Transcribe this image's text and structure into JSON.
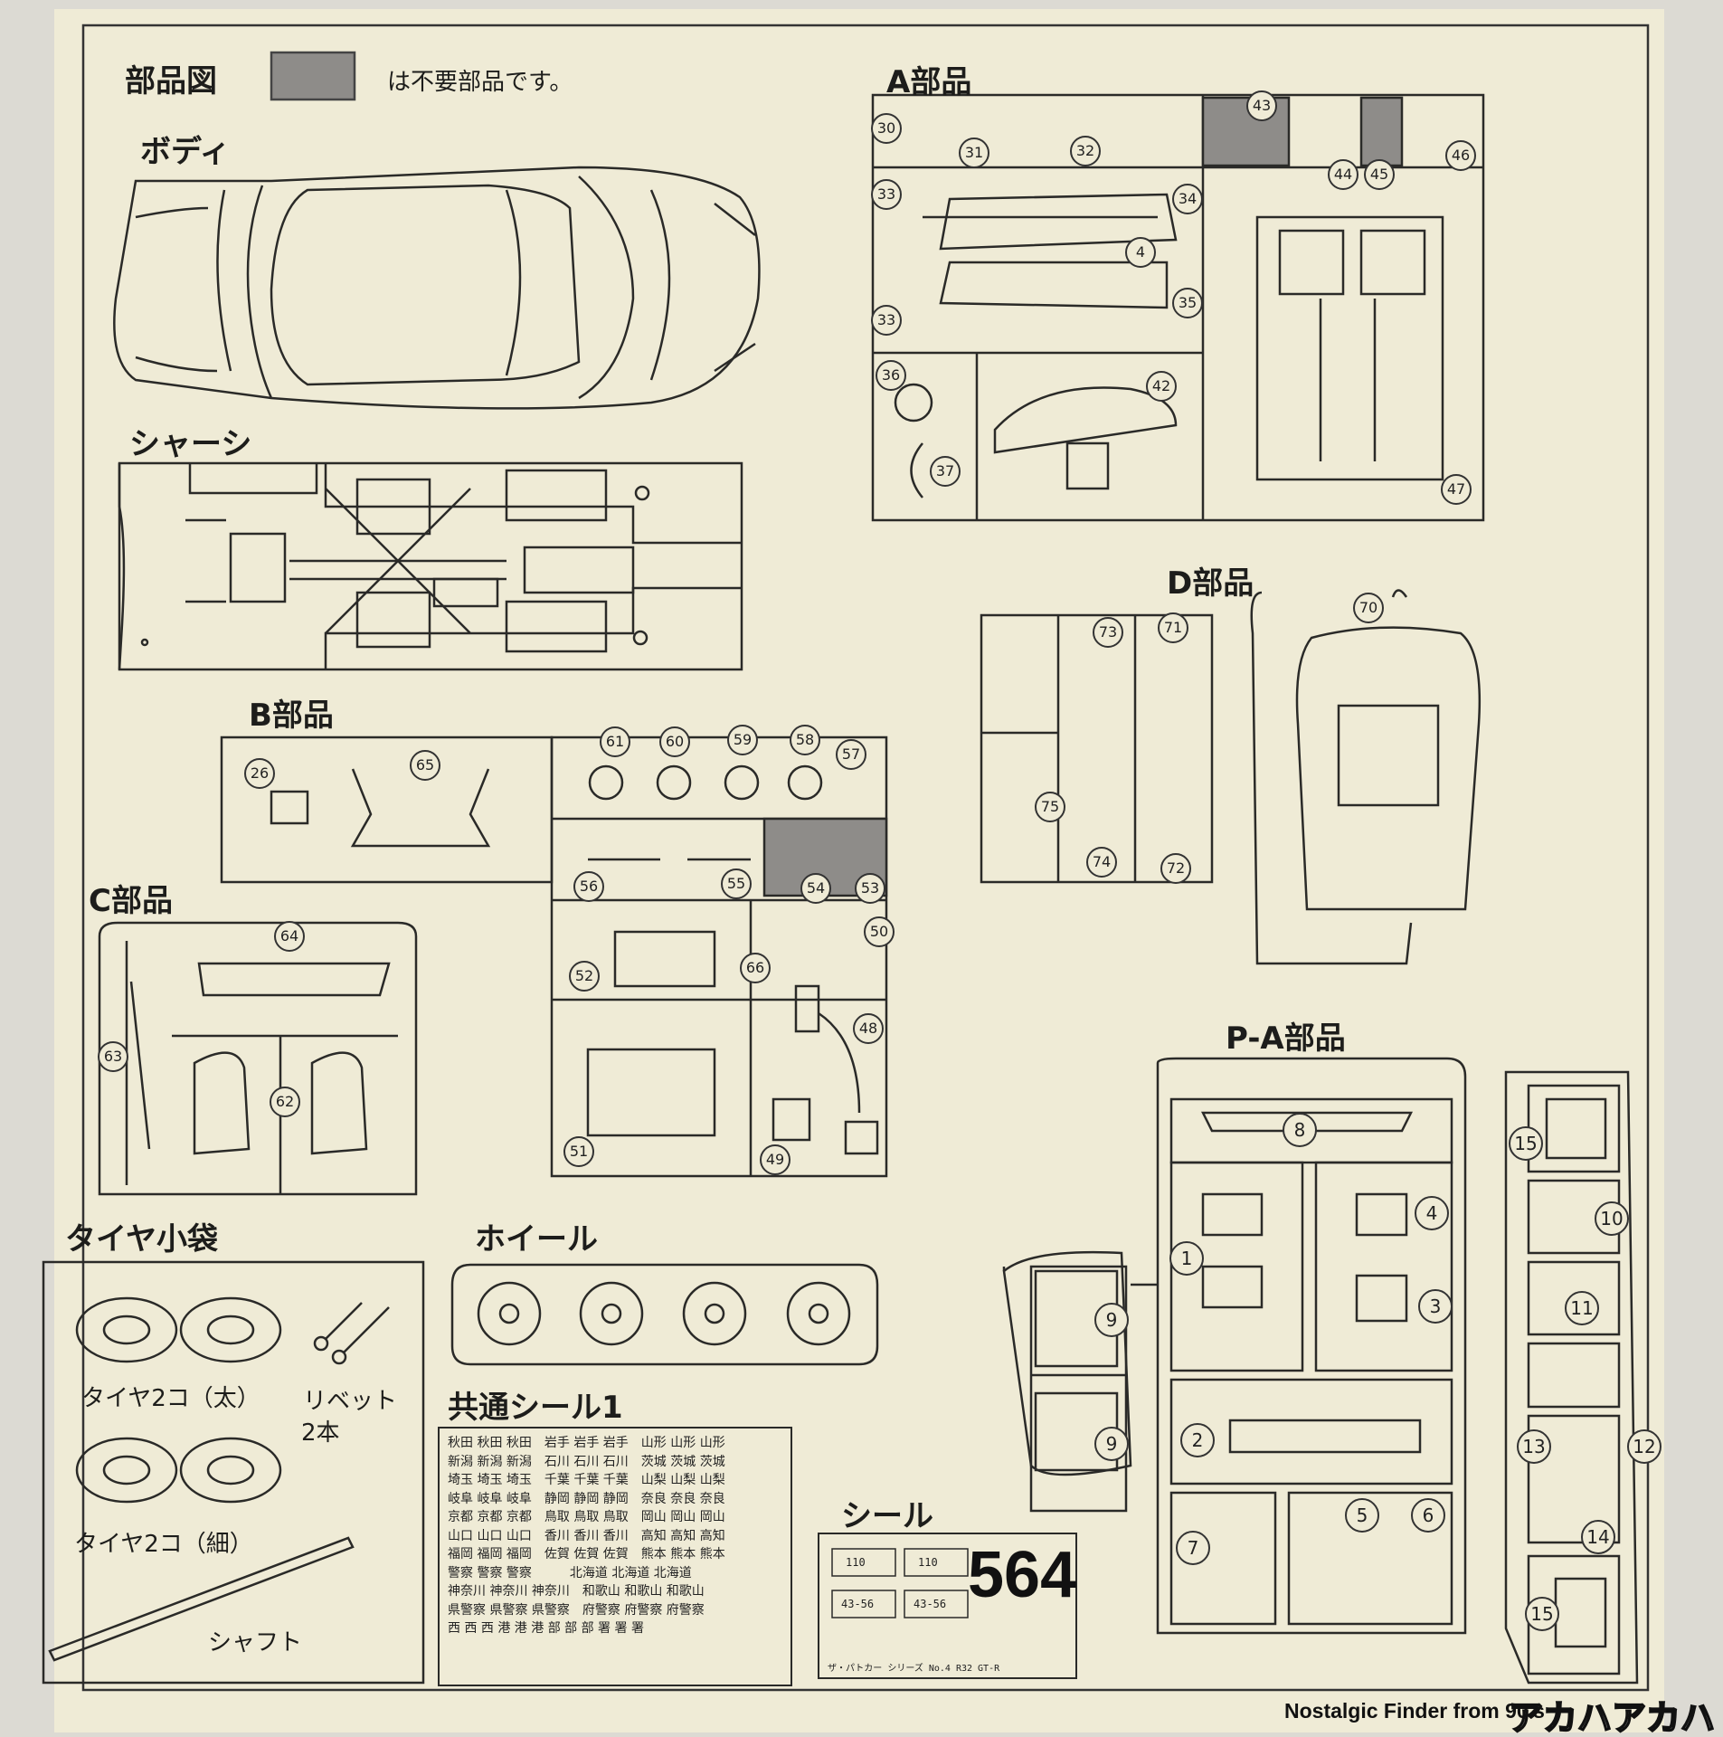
{
  "colors": {
    "paper": "#efebd6",
    "ink": "#2a2a28",
    "unused_gray": "#8e8c89",
    "background": "#dcdad3"
  },
  "legend": {
    "title": "部品図",
    "note": "は不要部品です。"
  },
  "sections": {
    "body": "ボディ",
    "chassis": "シャーシ",
    "a_parts": "A部品",
    "b_parts": "B部品",
    "c_parts": "C部品",
    "d_parts": "D部品",
    "pa_parts": "P-A部品",
    "tire_bag": "タイヤ小袋",
    "wheel": "ホイール",
    "common_seal": "共通シール1",
    "seal": "シール"
  },
  "tire_bag": {
    "tire_wide": "タイヤ2コ（太）",
    "tire_narrow": "タイヤ2コ（細）",
    "rivet": "リベット",
    "rivet_count": "2本",
    "shaft": "シャフト"
  },
  "part_numbers": {
    "a": [
      "30",
      "31",
      "32",
      "43",
      "44",
      "45",
      "46",
      "33",
      "34",
      "4",
      "35",
      "33",
      "36",
      "42",
      "37",
      "47"
    ],
    "b": [
      "26",
      "65",
      "61",
      "60",
      "59",
      "58",
      "57",
      "56",
      "55",
      "54",
      "53",
      "52",
      "66",
      "50",
      "48",
      "51",
      "49"
    ],
    "c": [
      "64",
      "63",
      "62"
    ],
    "d": [
      "73",
      "71",
      "75",
      "74",
      "72",
      "70"
    ],
    "pa": [
      "8",
      "1",
      "4",
      "3",
      "9",
      "9",
      "2",
      "7",
      "5",
      "6",
      "15",
      "10",
      "11",
      "13",
      "12",
      "14",
      "15"
    ]
  },
  "common_seal_rows": [
    "秋田 秋田 秋田　岩手 岩手 岩手　山形 山形 山形",
    "新潟 新潟 新潟　石川 石川 石川　茨城 茨城 茨城",
    "埼玉 埼玉 埼玉　千葉 千葉 千葉　山梨 山梨 山梨",
    "岐阜 岐阜 岐阜　静岡 静岡 静岡　奈良 奈良 奈良",
    "京都 京都 京都　鳥取 鳥取 鳥取　岡山 岡山 岡山",
    "山口 山口 山口　香川 香川 香川　高知 高知 高知",
    "福岡 福岡 福岡　佐賀 佐賀 佐賀　熊本 熊本 熊本",
    "警察 警察 警察　　　北海道 北海道 北海道",
    "神奈川 神奈川 神奈川　和歌山 和歌山 和歌山",
    "県警察 県警察 県警察　府警察 府警察 府警察",
    "西 西 西 港 港 港 部 部 部 署 署 署"
  ],
  "seal": {
    "big_number": "564",
    "plate_top": "110",
    "plate_bottom": "43-56",
    "caption": "ザ・パトカー シリーズ No.4 R32 GT-R"
  },
  "footer": {
    "credit": "Nostalgic Finder from 90's",
    "logo": "アカハアカハバー"
  }
}
